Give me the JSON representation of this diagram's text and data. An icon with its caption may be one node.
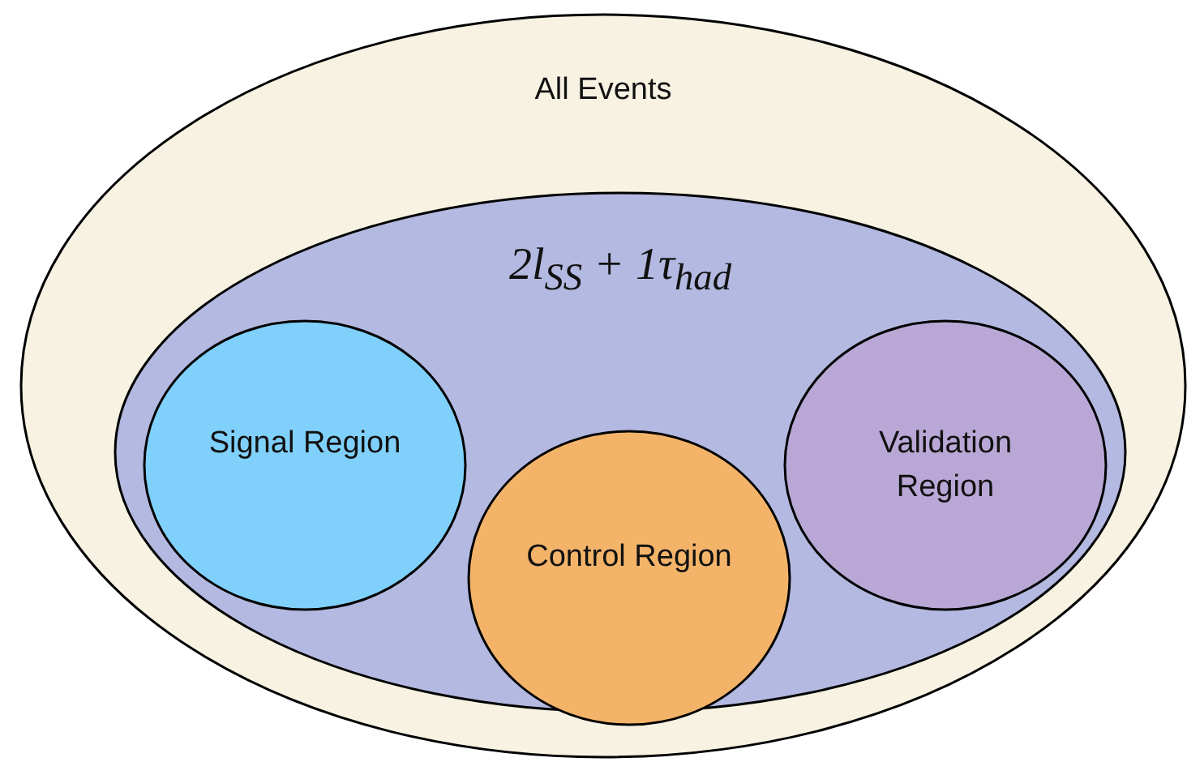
{
  "diagram": {
    "nodes": [
      {
        "text": [
          "All Events"
        ]
      },
      {
        "text": [
          "2l$_{SS}$ + 1τ$_{had}$"
        ],
        "in": 0
      },
      {
        "text": [
          "Signal Region"
        ],
        "in": 1
      },
      {
        "text": [
          "Control Region"
        ],
        "in": 1
      },
      {
        "text": [
          "Validation Region"
        ],
        "in": 1
      }
    ]
  }
}
